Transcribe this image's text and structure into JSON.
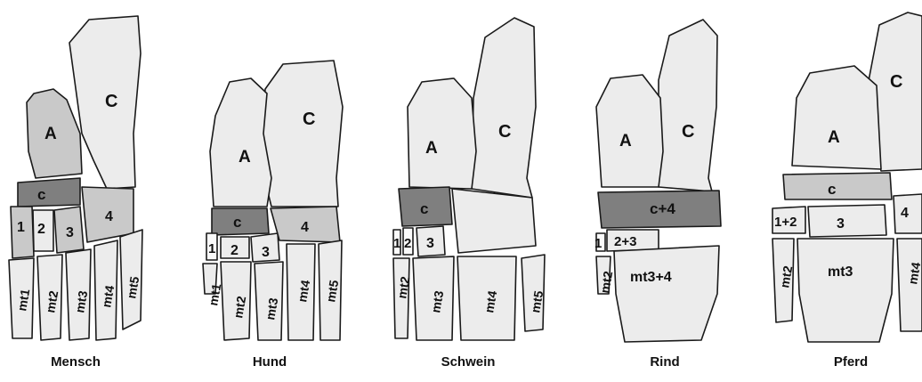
{
  "colors": {
    "paper": "#ffffff",
    "bone_light": "#ececec",
    "bone_mid": "#c8c8c8",
    "bone_dark": "#7f7f7f",
    "outline": "#1a1a1a"
  },
  "panels": [
    {
      "caption": "Mensch",
      "labels": {
        "C": "C",
        "A": "A",
        "c": "c",
        "t1": "1",
        "t2": "2",
        "t3": "3",
        "t4": "4",
        "m1": "mt1",
        "m2": "mt2",
        "m3": "mt3",
        "m4": "mt4",
        "m5": "mt5"
      }
    },
    {
      "caption": "Hund",
      "labels": {
        "C": "C",
        "A": "A",
        "c": "c",
        "t1": "1",
        "t2": "2",
        "t3": "3",
        "t4": "4",
        "m1": "mt1",
        "m2": "mt2",
        "m3": "mt3",
        "m4": "mt4",
        "m5": "mt5"
      }
    },
    {
      "caption": "Schwein",
      "labels": {
        "C": "C",
        "A": "A",
        "c": "c",
        "t1": "1",
        "t2": "2",
        "t3": "3",
        "m2": "mt2",
        "m3": "mt3",
        "m4": "mt4",
        "m5": "mt5"
      }
    },
    {
      "caption": "Rind",
      "labels": {
        "C": "C",
        "A": "A",
        "c4": "c+4",
        "t1": "1",
        "t23": "2+3",
        "m2": "mt2",
        "m34": "mt3+4"
      }
    },
    {
      "caption": "Pferd",
      "labels": {
        "C": "C",
        "A": "A",
        "c": "c",
        "t12": "1+2",
        "t3": "3",
        "t4": "4",
        "m2": "mt2",
        "m3": "mt3",
        "m4": "mt4"
      }
    }
  ]
}
